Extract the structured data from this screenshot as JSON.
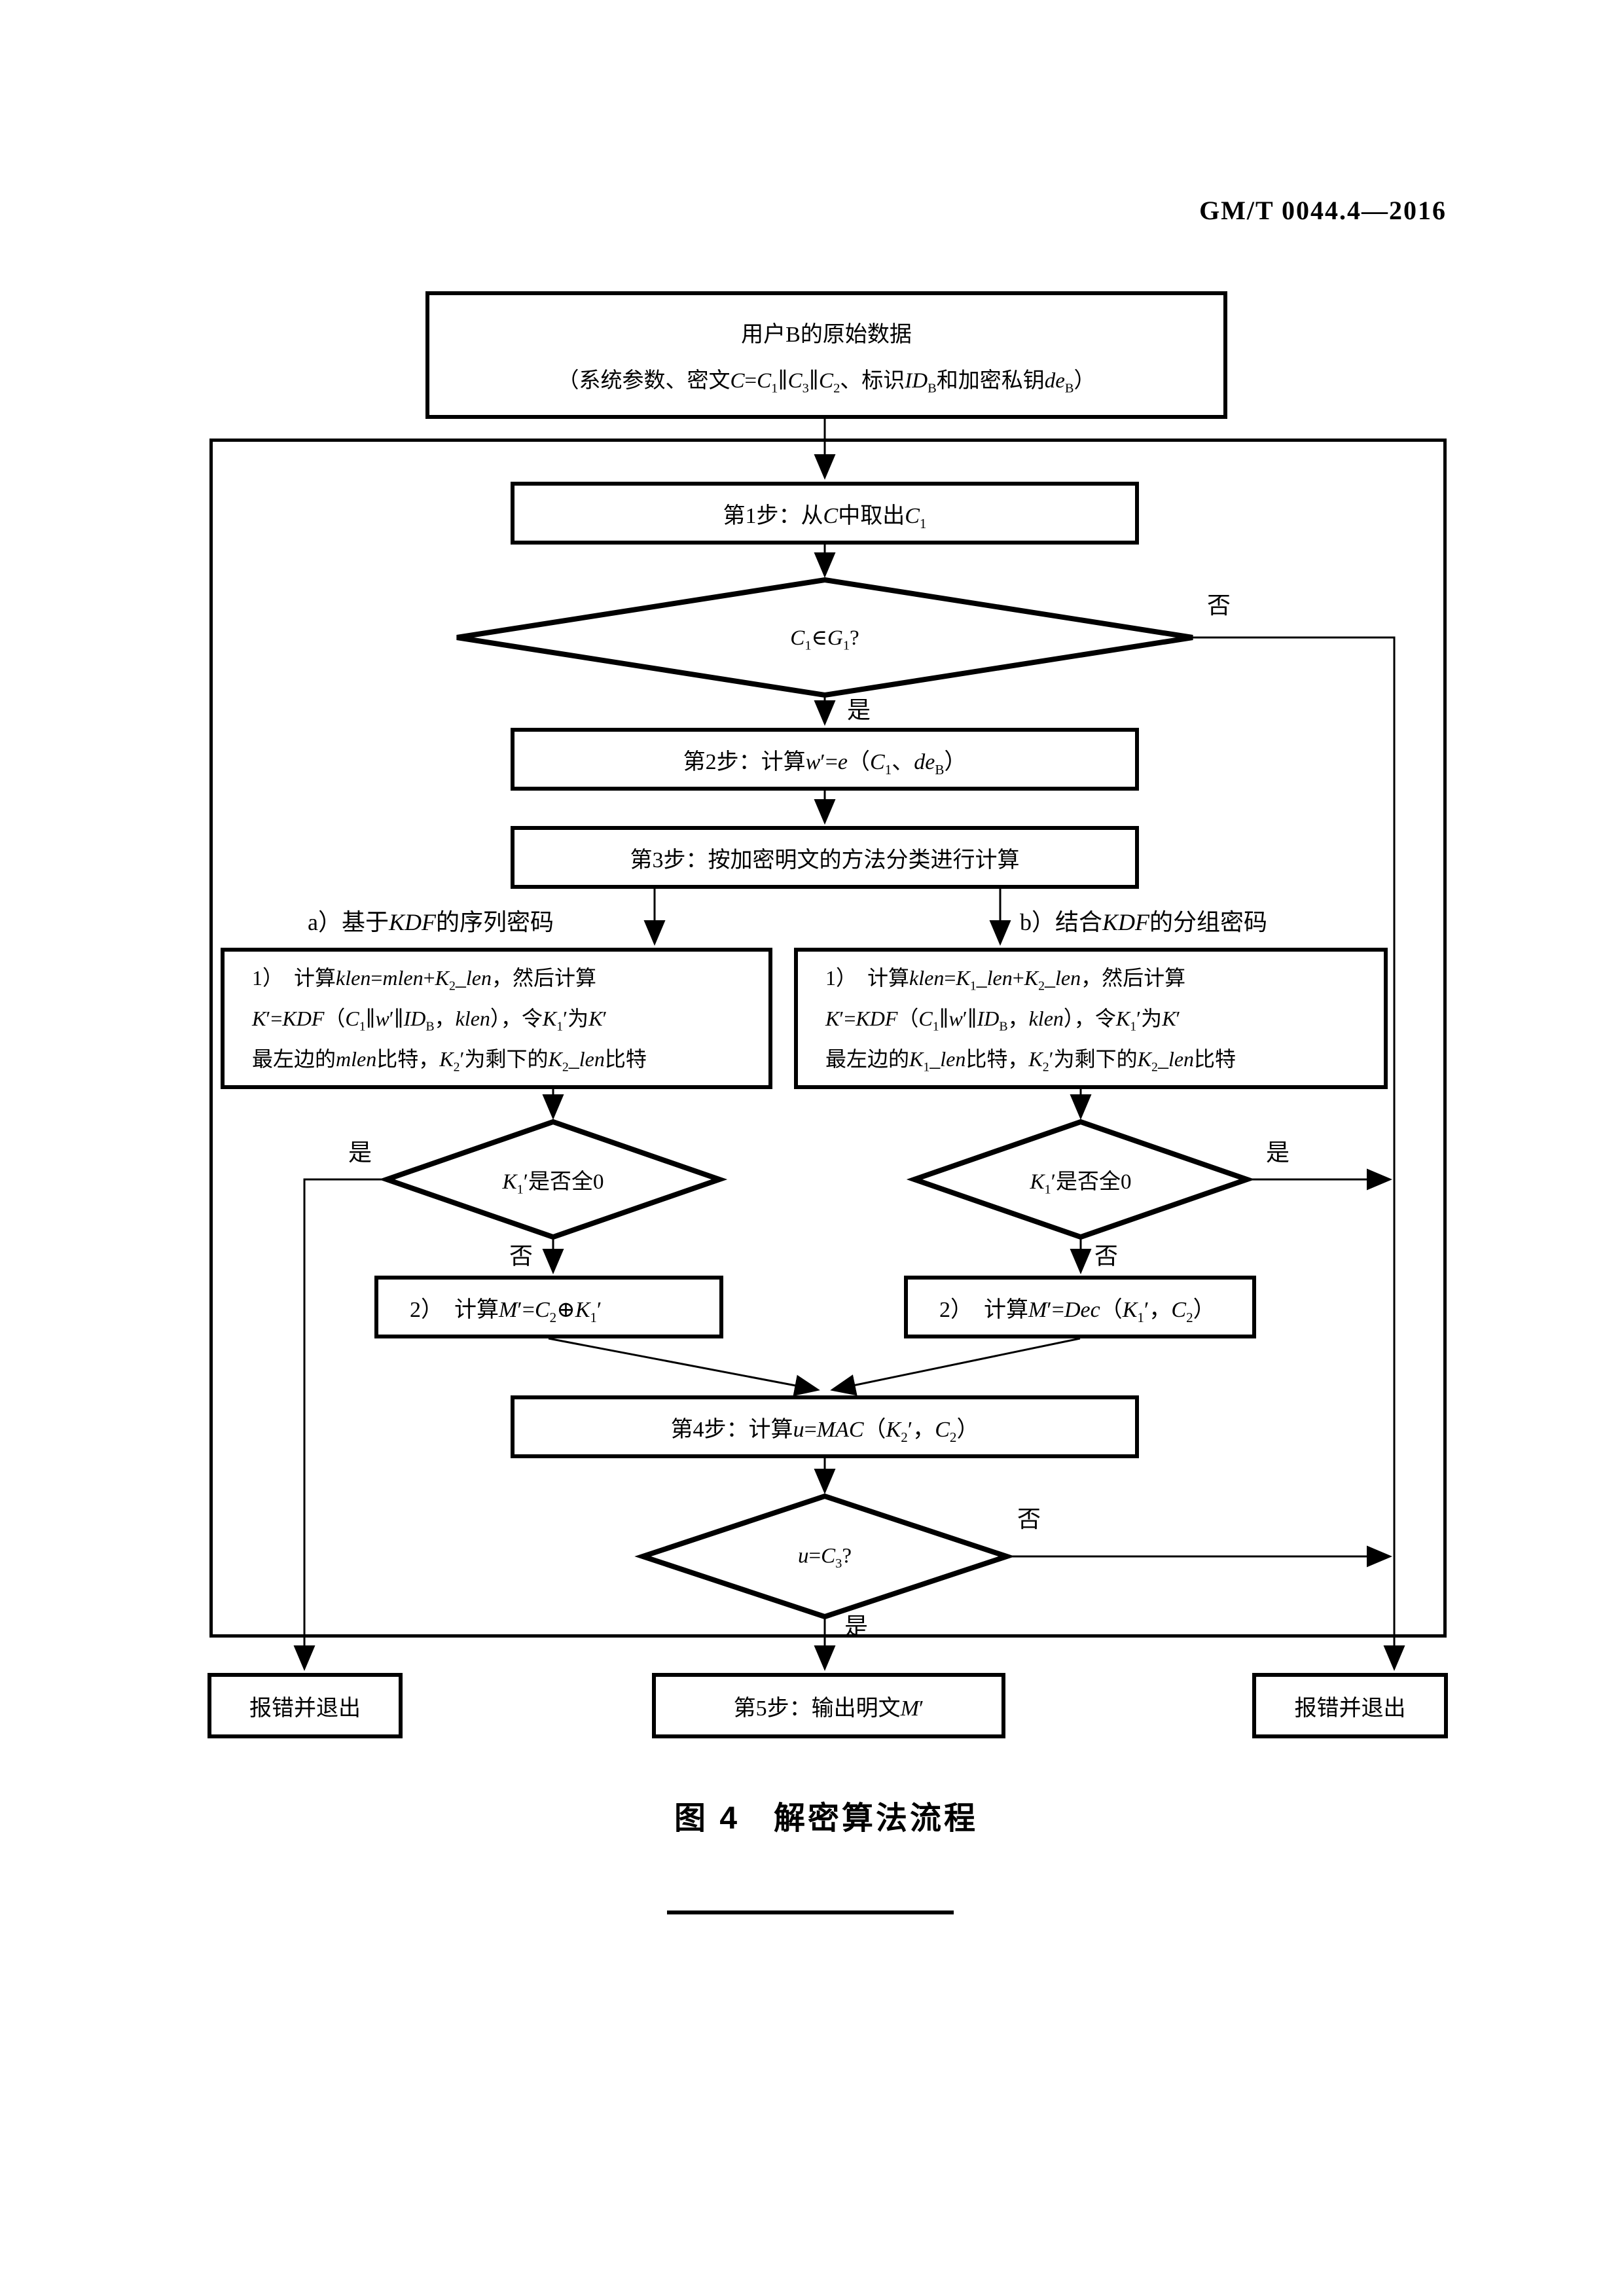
{
  "header": {
    "standard_number": "GM/T 0044.4—2016"
  },
  "figure": {
    "caption": "图 4　解密算法流程",
    "labels": {
      "yes": "是",
      "no": "否"
    },
    "branches": {
      "a": "a）基于*KDF*的序列密码",
      "b": "b）结合*KDF*的分组密码"
    },
    "nodes": {
      "start": {
        "line1": "用户B的原始数据",
        "line2": "（系统参数、密文*C*=*C*_{1}∥*C*_{3}∥*C*_{2}、标识*ID*_{B}和加密私钥*de*_{B}）"
      },
      "step1": "第1步：从*C*中取出*C*_{1}",
      "check_c1": "*C*_{1}∈*G*_{1}?",
      "step2": "第2步：计算*w*′=*e*（*C*_{1}、*de*_{B}）",
      "step3": "第3步：按加密明文的方法分类进行计算",
      "box_a": {
        "lines": [
          "1）　计算*klen*=*mlen*+*K*_{2}_*len*，然后计算",
          "*K*′=*KDF*（*C*_{1}∥*w*′∥*ID*_{B}，*klen*），令*K*_{1}′为*K*′",
          "最左边的*mlen*比特，*K*_{2}′为剩下的*K*_{2}_*len*比特"
        ]
      },
      "box_b": {
        "lines": [
          "1）　计算*klen*=*K*_{1}_*len*+*K*_{2}_*len*，然后计算",
          "*K*′=*KDF*（*C*_{1}∥*w*′∥*ID*_{B}，*klen*），令*K*_{1}′为*K*′",
          "最左边的*K*_{1}_*len*比特，*K*_{2}′为剩下的*K*_{2}_*len*比特"
        ]
      },
      "check_k1_a": "*K*_{1}′是否全0",
      "check_k1_b": "*K*_{1}′是否全0",
      "box_2a": "2）　计算*M*′=*C*_{2}⊕*K*_{1}′",
      "box_2b": "2）　计算*M*′=*Dec*（*K*_{1}′，*C*_{2}）",
      "step4": "第4步：计算*u*=*MAC*（*K*_{2}′，*C*_{2}）",
      "check_u": "*u*=*C*_{3}?",
      "step5": "第5步：输出明文*M*′",
      "error_left": "报错并退出",
      "error_right": "报错并退出"
    }
  }
}
